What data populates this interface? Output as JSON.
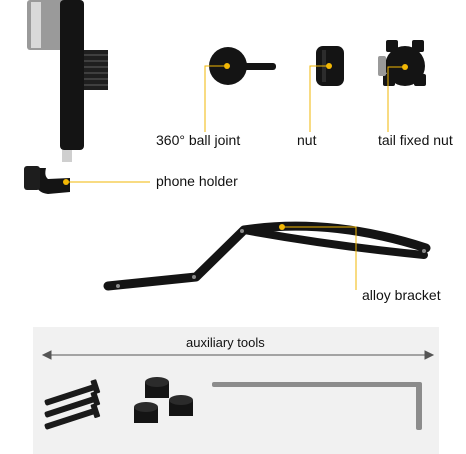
{
  "labels": {
    "ball_joint": "360° ball joint",
    "nut": "nut",
    "tail_nut": "tail fixed nut",
    "phone_holder": "phone holder",
    "alloy_bracket": "alloy bracket",
    "auxiliary_tools": "auxiliary tools"
  },
  "colors": {
    "accent": "#f2b705",
    "part": "#141414",
    "panel": "#f1f1f1"
  }
}
